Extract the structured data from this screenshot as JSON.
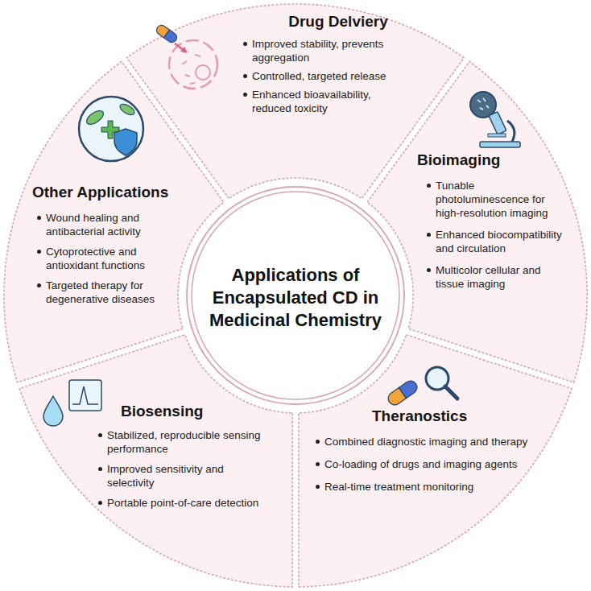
{
  "diagram": {
    "nodes": [
      {
        "text": [
          "Applications of Encapsulated CD in Medicinal Chemistry"
        ]
      },
      {
        "text": [
          "Drug Delviery",
          "Improved stability, prevents aggregation",
          "Controlled, targeted release",
          "Enhanced bioavailability, reduced toxicity"
        ]
      },
      {
        "text": [
          "Bioimaging",
          "Tunable photoluminescence for high-resolution imaging",
          "Enhanced biocompatibility and circulation",
          "Multicolor cellular and tissue imaging"
        ]
      },
      {
        "text": [
          "Theranostics",
          "Combined diagnostic imaging and therapy",
          "Co-loading of drugs and imaging agents",
          "Real-time treatment monitoring"
        ]
      },
      {
        "text": [
          "Biosensing",
          "Stabilized, reproducible sensing performance",
          "Improved sensitivity and selectivity",
          "Portable point-of-care detection"
        ]
      },
      {
        "text": [
          "Other Applications",
          "Wound healing and antibacterial activity",
          "Cytoprotective and antioxidant functions",
          "Targeted therapy for degenerative diseases"
        ]
      }
    ]
  }
}
